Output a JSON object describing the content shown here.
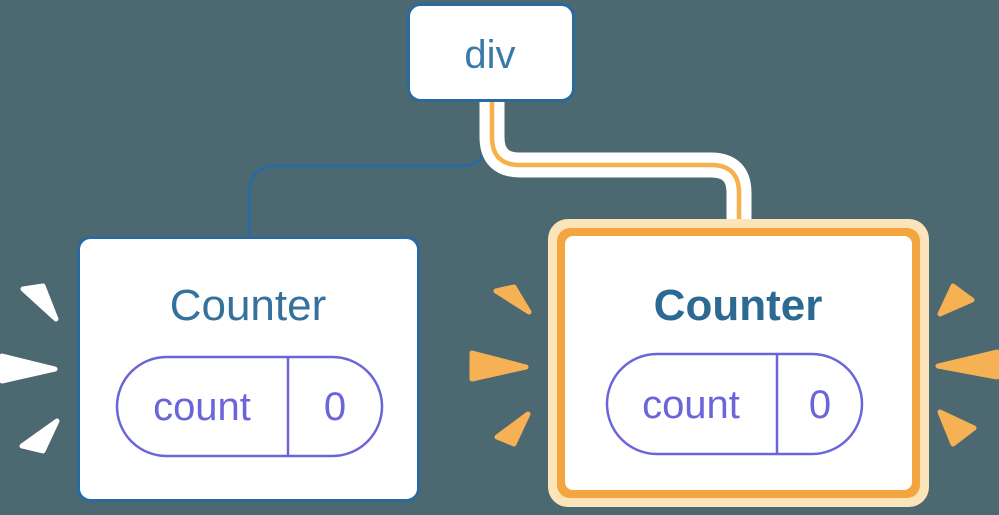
{
  "colors": {
    "background": "#4C6870",
    "tree_line_blue": "#2B6A9E",
    "tree_line_orange": "#F7B04C",
    "tree_line_casing": "#FFFFFF",
    "node_border_blue": "#2B6A9E",
    "node_text_blue": "#3A7AA8",
    "counter_title_blue": "#2D6A93",
    "state_pill_purple": "#6A66D9",
    "highlight_border_orange": "#F3A63F",
    "highlight_halo_peach": "#FCE4BA",
    "spark_orange": "#F7B155",
    "spark_white": "#FFFFFF",
    "card_fill": "#FFFFFF"
  },
  "root_node": {
    "label": "div"
  },
  "left_counter": {
    "title": "Counter",
    "state": {
      "label": "count",
      "value": "0"
    }
  },
  "right_counter": {
    "title": "Counter",
    "state": {
      "label": "count",
      "value": "0"
    }
  }
}
